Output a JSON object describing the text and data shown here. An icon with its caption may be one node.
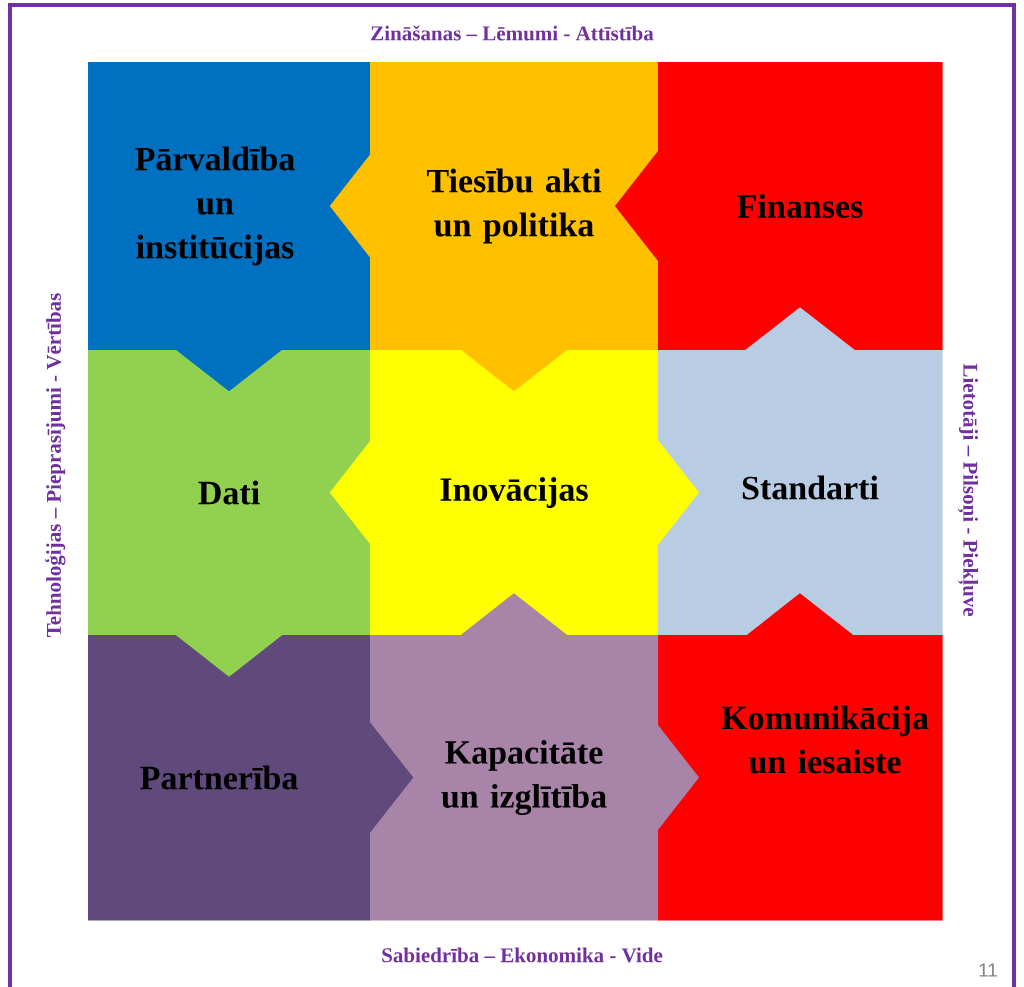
{
  "diagram": {
    "nodes": [
      {
        "text": [
          "Pārvaldība un institūcijas"
        ]
      },
      {
        "text": [
          "Tiesību akti un politika"
        ]
      },
      {
        "text": [
          "Finanses"
        ]
      },
      {
        "text": [
          "Dati"
        ]
      },
      {
        "text": [
          "Inovācijas"
        ]
      },
      {
        "text": [
          "Standarti"
        ]
      },
      {
        "text": [
          "Partnerība"
        ]
      },
      {
        "text": [
          "Kapacitāte un izglītība"
        ]
      },
      {
        "text": [
          "Komunikācija un iesaiste"
        ]
      }
    ],
    "edges": [
      {
        "from": 1,
        "to": 0,
        "arrow": "to",
        "color": "#ffc000"
      },
      {
        "from": 2,
        "to": 1,
        "arrow": "to",
        "color": "#ff0000"
      },
      {
        "from": 0,
        "to": 3,
        "arrow": "to",
        "color": "#0070c0"
      },
      {
        "from": 1,
        "to": 4,
        "arrow": "to",
        "color": "#ffc000"
      },
      {
        "from": 5,
        "to": 2,
        "arrow": "to",
        "color": "#b8cce4"
      },
      {
        "from": 4,
        "to": 3,
        "arrow": "to",
        "color": "#ffff00"
      },
      {
        "from": 4,
        "to": 5,
        "arrow": "to",
        "color": "#ffff00"
      },
      {
        "from": 3,
        "to": 6,
        "arrow": "to",
        "color": "#92d050"
      },
      {
        "from": 7,
        "to": 4,
        "arrow": "to",
        "color": "#a884a8"
      },
      {
        "from": 8,
        "to": 5,
        "arrow": "to",
        "color": "#ff0000"
      },
      {
        "from": 6,
        "to": 7,
        "arrow": "to",
        "color": "#604a7b"
      },
      {
        "from": 7,
        "to": 8,
        "arrow": "to",
        "color": "#a884a8"
      }
    ],
    "labels": [
      "Zināšanas – Lēmumi - Attīstība",
      "Tehnoloģijas – Pieprasījumi - Vērtības",
      "Lietotāji – Pilsoņi - Piekļuve",
      "Sabiedrība – Ekonomika - Vide",
      "11"
    ]
  }
}
